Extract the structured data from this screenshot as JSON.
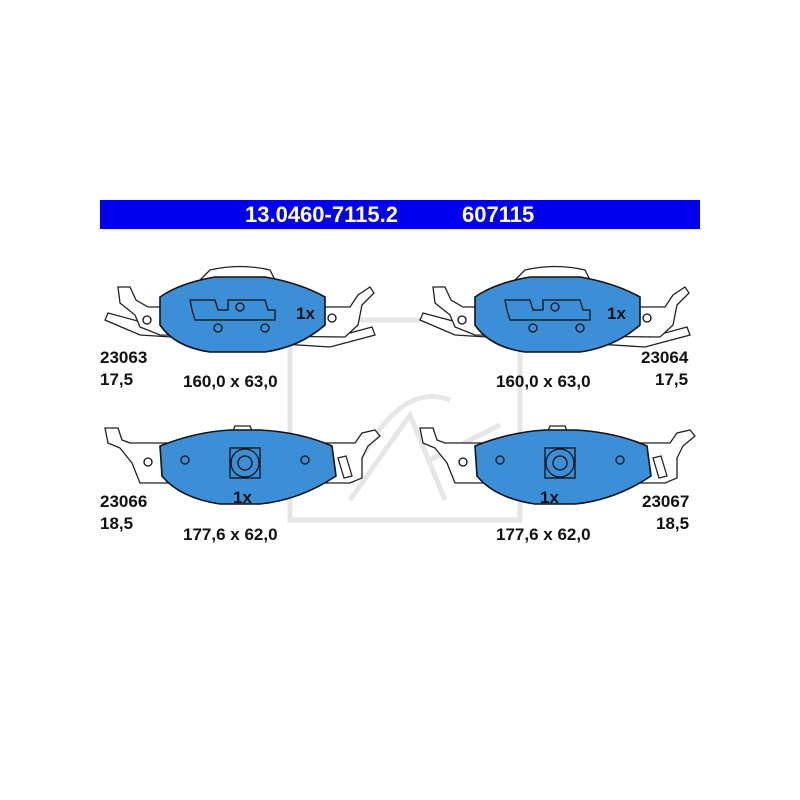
{
  "header": {
    "part_number": "13.0460-7115.2",
    "ref_number": "607115"
  },
  "pads": [
    {
      "code": "23063",
      "thickness": "17,5",
      "dimensions": "160,0 x 63,0",
      "quantity": "1x"
    },
    {
      "code": "23064",
      "thickness": "17,5",
      "dimensions": "160,0 x 63,0",
      "quantity": "1x"
    },
    {
      "code": "23066",
      "thickness": "18,5",
      "dimensions": "177,6 x 62,0",
      "quantity": "1x"
    },
    {
      "code": "23067",
      "thickness": "18,5",
      "dimensions": "177,6 x 62,0",
      "quantity": "1x"
    }
  ],
  "colors": {
    "header_bg": "#0000ee",
    "pad_fill": "#3b8fd6",
    "watermark": "#e4e4e4"
  }
}
